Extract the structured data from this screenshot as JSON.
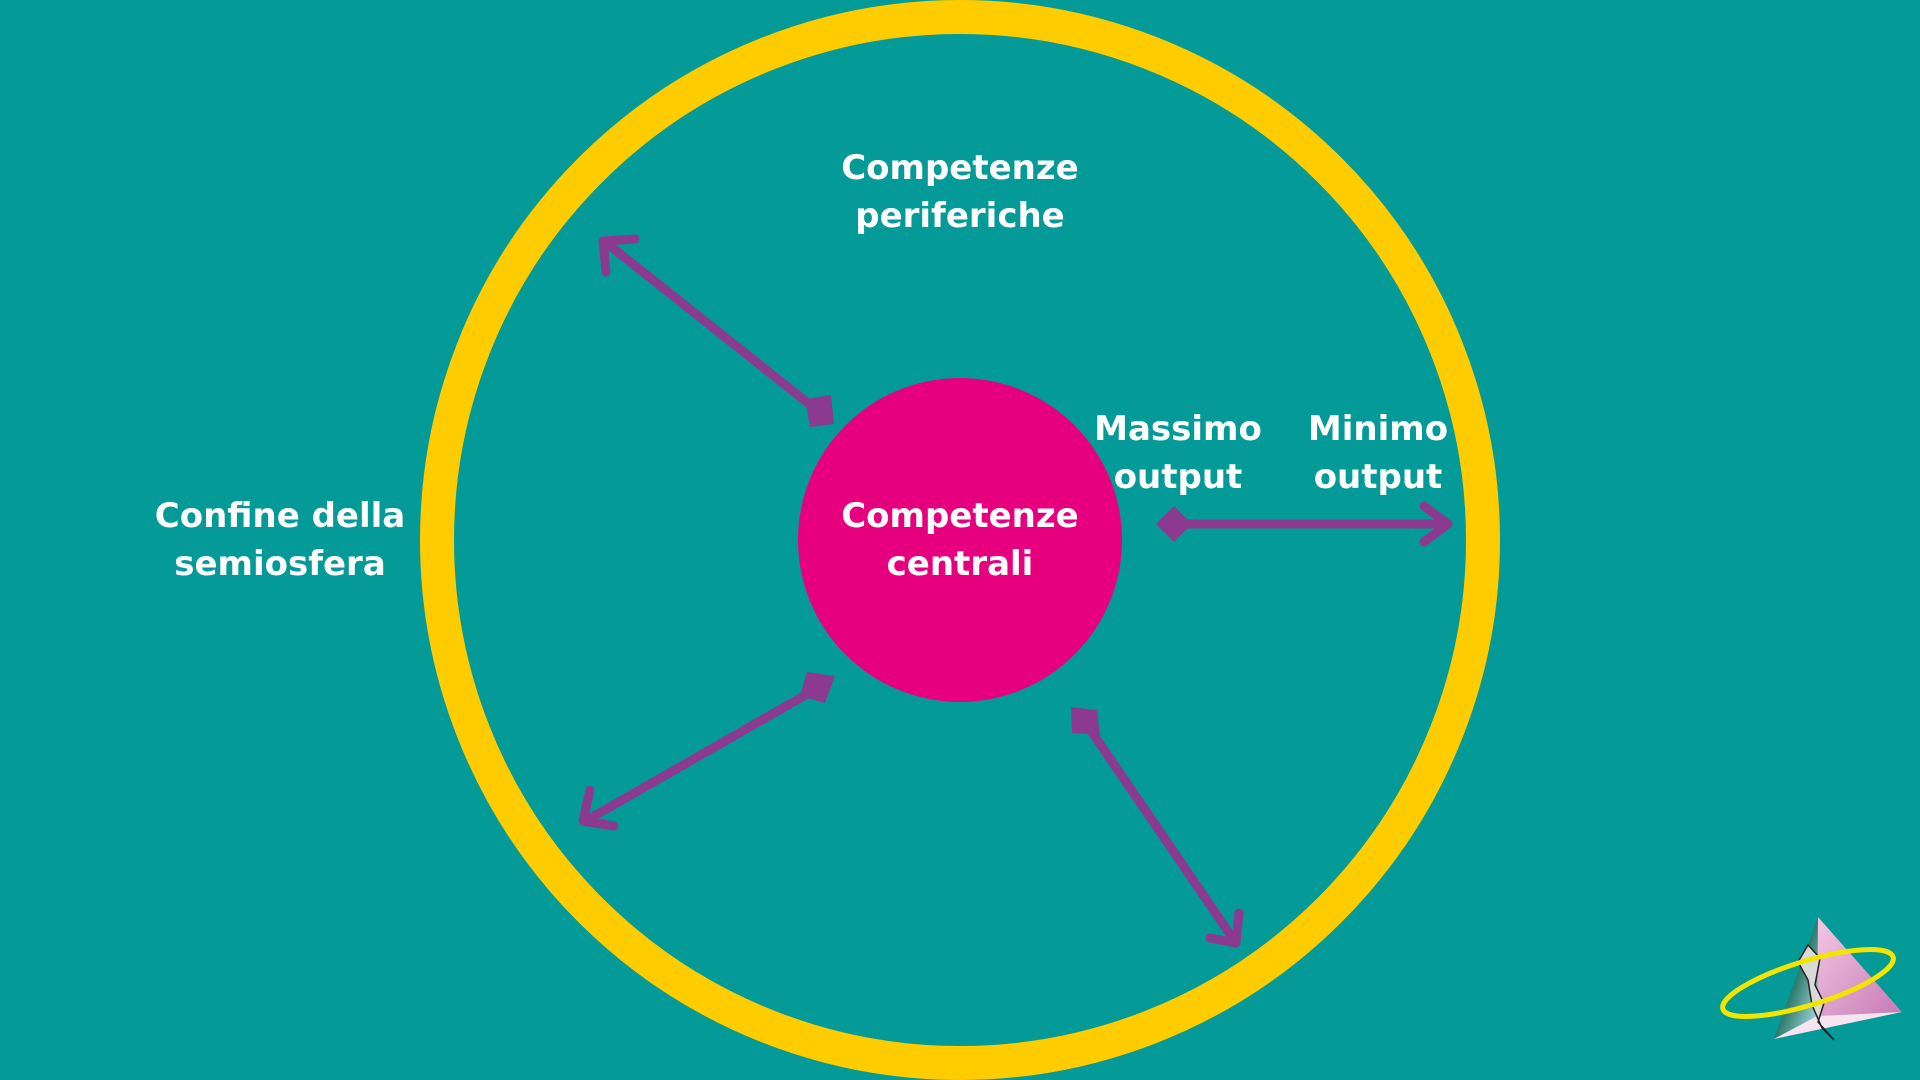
{
  "colors": {
    "background": "#049a97",
    "boundary_ring": "#ffcc00",
    "core_circle": "#e6007e",
    "arrows": "#8b3a8f",
    "text": "#ffffff"
  },
  "diagram": {
    "core": {
      "line1": "Competenze",
      "line2": "centrali"
    },
    "periphery": {
      "line1": "Competenze",
      "line2": "periferiche"
    },
    "boundary": {
      "line1": "Confine della",
      "line2": "semiosfera"
    },
    "max_output": {
      "line1": "Massimo",
      "line2": "output"
    },
    "min_output": {
      "line1": "Minimo",
      "line2": "output"
    }
  },
  "icons": {
    "logo": "pyramid-with-halo-icon"
  }
}
